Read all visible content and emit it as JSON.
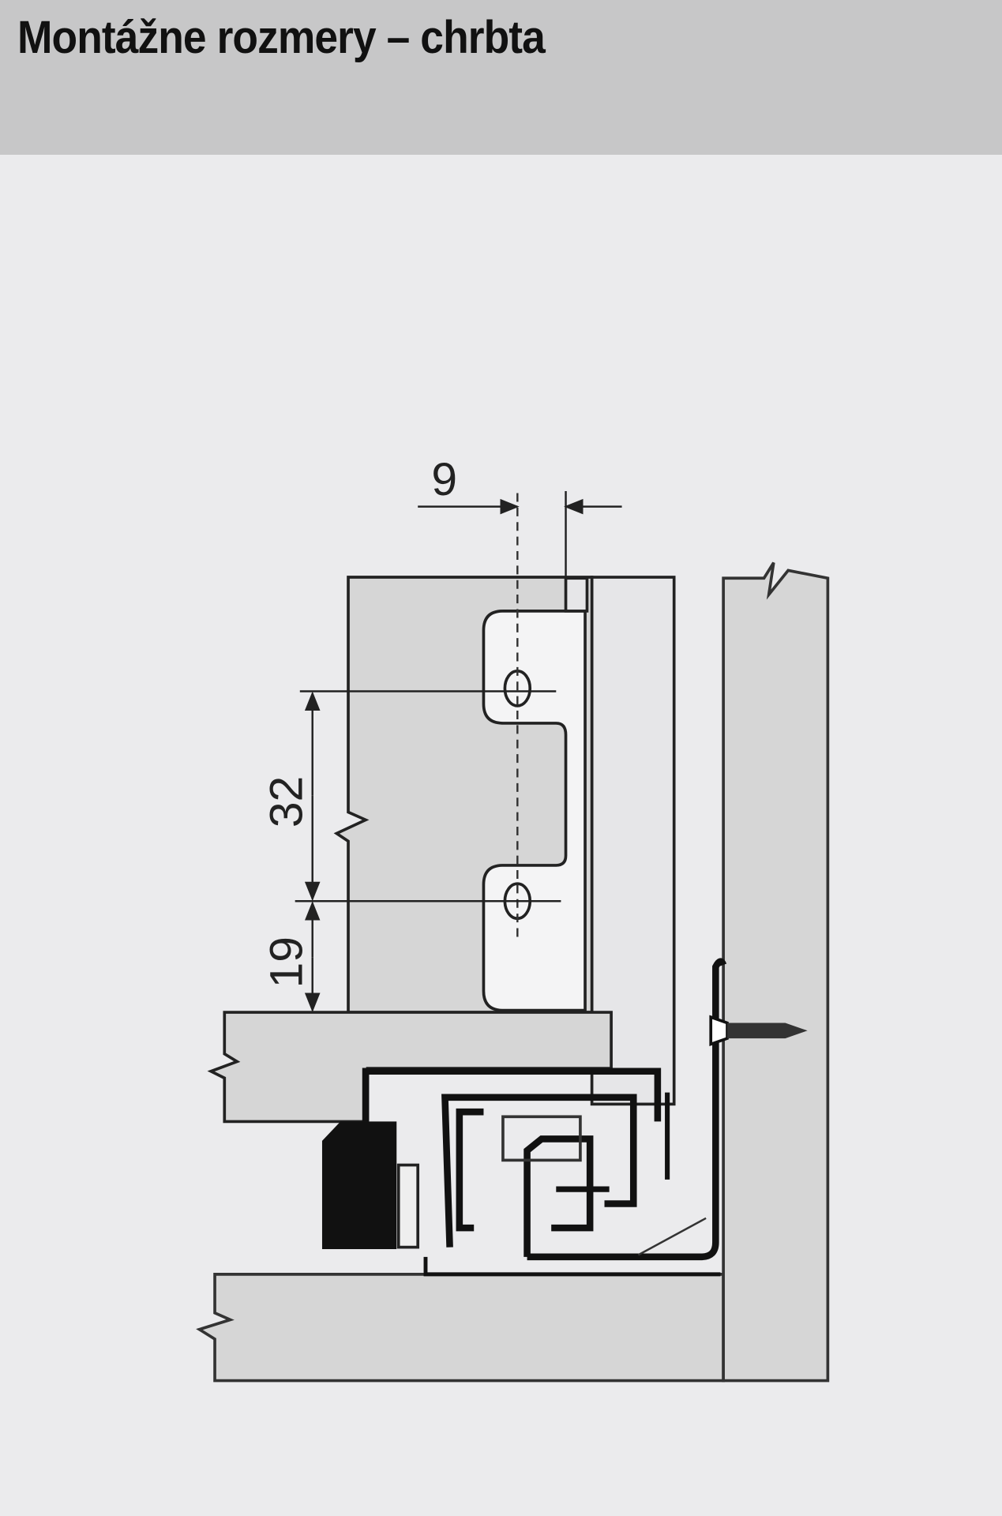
{
  "header": {
    "title": "Montážne rozmery – chrbta"
  },
  "dimensions": {
    "horizontal": "9",
    "hole_spacing": "32",
    "bottom_offset": "19"
  },
  "colors": {
    "header_bg": "#c7c7c8",
    "page_bg": "#ebebed",
    "panel": "#d6d6d6",
    "line": "#222222"
  }
}
